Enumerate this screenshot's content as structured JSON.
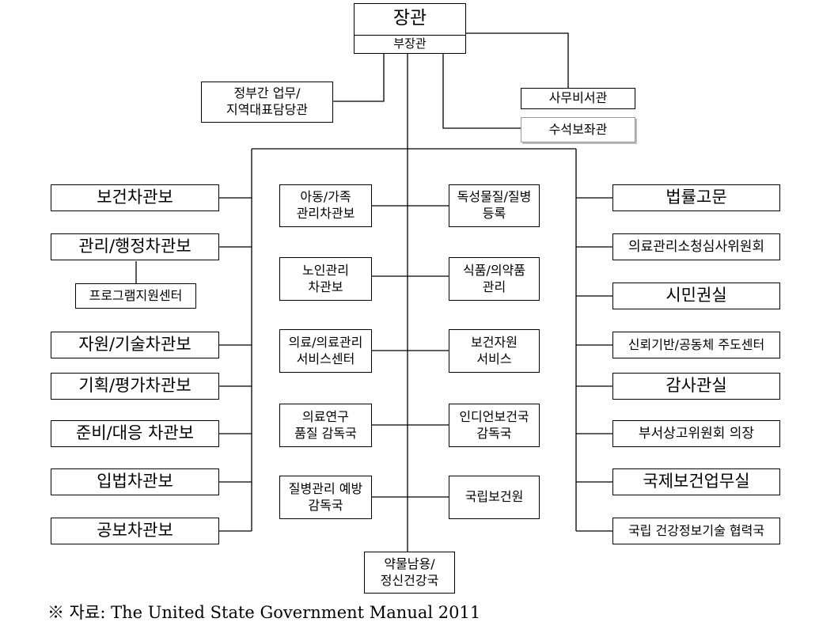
{
  "header": {
    "title": "장관",
    "deputy": "부장관"
  },
  "top_left": {
    "line1": "정부간 업무/",
    "line2": "지역대표담당관"
  },
  "top_right": {
    "secretary": "사무비서관",
    "chief_advisor": "수석보좌관"
  },
  "left_column": [
    "보건차관보",
    "관리/행정차관보",
    "자원/기술차관보",
    "기획/평가차관보",
    "준비/대응 차관보",
    "입법차관보",
    "공보차관보"
  ],
  "left_sub": "프로그램지원센터",
  "center_left": [
    {
      "line1": "아동/가족",
      "line2": "관리차관보"
    },
    {
      "line1": "노인관리",
      "line2": "차관보"
    },
    {
      "line1": "의료/의료관리",
      "line2": "서비스센터"
    },
    {
      "line1": "의료연구",
      "line2": "품질 감독국"
    },
    {
      "line1": "질병관리 예방",
      "line2": "감독국"
    }
  ],
  "center_right": [
    {
      "line1": "독성물질/질병",
      "line2": "등록"
    },
    {
      "line1": "식품/의약품",
      "line2": "관리"
    },
    {
      "line1": "보건자원",
      "line2": "서비스"
    },
    {
      "line1": "인디언보건국",
      "line2": "감독국"
    },
    {
      "line1": "국립보건원",
      "line2": ""
    }
  ],
  "bottom_center": {
    "line1": "약물남용/",
    "line2": "정신건강국"
  },
  "right_column": [
    "법률고문",
    "의료관리소청심사위원회",
    "시민권실",
    "신뢰기반/공동체 주도센터",
    "감사관실",
    "부서상고위원회 의장",
    "국제보건업무실",
    "국립 건강정보기술 협력국"
  ],
  "source": "※ 자료: The United State Government Manual 2011"
}
